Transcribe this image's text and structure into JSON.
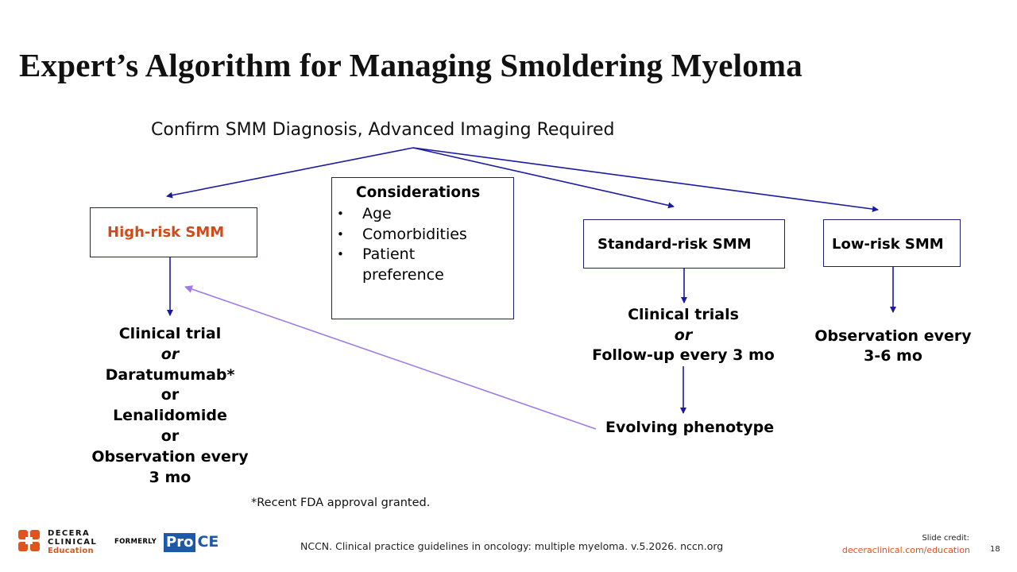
{
  "title": "Expert’s Algorithm for Managing Smoldering Myeloma",
  "root": "Confirm SMM Diagnosis, Advanced Imaging Required",
  "high_risk": {
    "label": "High-risk SMM",
    "options": [
      "Clinical trial",
      "or",
      "Daratumumab*",
      "or",
      "Lenalidomide",
      "or",
      "Observation every",
      "3 mo"
    ]
  },
  "considerations": {
    "title": "Considerations",
    "items": [
      "Age",
      "Comorbidities",
      "Patient",
      "preference"
    ]
  },
  "standard_risk": {
    "label": "Standard-risk SMM",
    "options": [
      "Clinical trials",
      "or",
      "Follow-up every 3 mo"
    ]
  },
  "low_risk": {
    "label": "Low-risk SMM",
    "options": [
      "Observation every",
      "3-6 mo"
    ]
  },
  "evolving": "Evolving phenotype",
  "footnote": "*Recent FDA approval granted.",
  "citation": "NCCN. Clinical practice guidelines in oncology: multiple myeloma. v.5.2026. nccn.org",
  "credit": {
    "label": "Slide credit:",
    "url": "deceraclinical.com/education"
  },
  "slide_number": "18",
  "logo": {
    "line1": "DECERA",
    "line2": "CLINICAL",
    "line3": "Education",
    "formerly": "FORMERLY",
    "proce_pro": "Pro",
    "proce_ce": "CE"
  },
  "colors": {
    "arrow": "#1a1a9e",
    "feedback_arrow": "#a07be8",
    "high_risk_text": "#d2491b",
    "brand_orange": "#e0531f",
    "proce_blue": "#1e58a8"
  }
}
